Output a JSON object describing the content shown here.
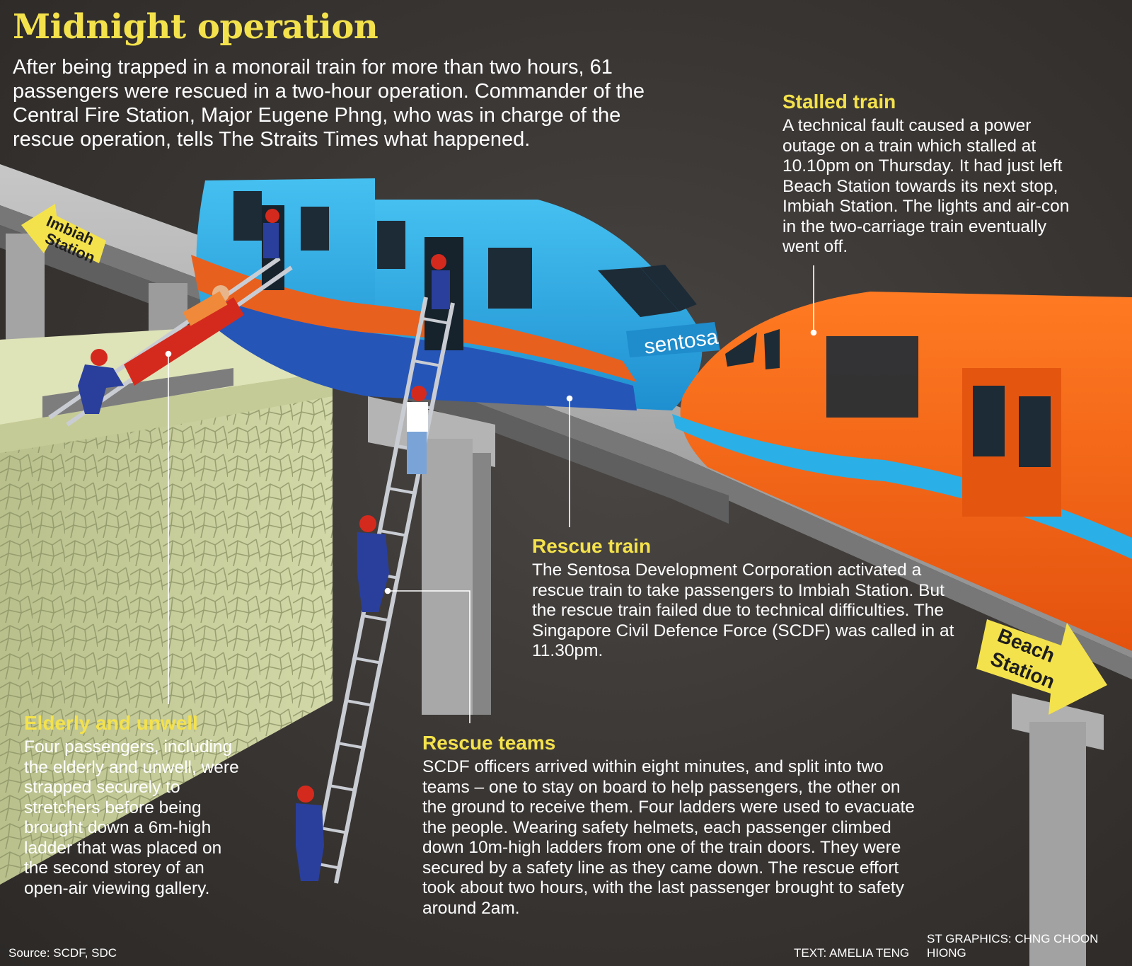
{
  "title": "Midnight operation",
  "intro": "After being trapped in a monorail train for more than two hours, 61 passengers were rescued in a two-hour operation. Commander of the Central Fire Station, Major Eugene Phng, who was in charge of the rescue operation, tells The Straits Times what happened.",
  "callouts": {
    "stalled_train": {
      "heading": "Stalled train",
      "body": "A technical fault caused a power outage on a train which stalled at 10.10pm on Thursday. It had just left Beach Station towards its next stop, Imbiah Station. The lights and air-con in the two-carriage train eventually went off."
    },
    "rescue_train": {
      "heading": "Rescue train",
      "body": "The Sentosa Development Corporation activated a rescue train to take passengers to Imbiah Station. But the rescue train failed due to technical difficulties. The Singapore Civil Defence Force (SCDF) was called in at 11.30pm."
    },
    "rescue_teams": {
      "heading": "Rescue teams",
      "body": "SCDF officers arrived within eight minutes, and split into two teams – one to stay on board to help passengers, the other on the ground to receive them. Four ladders were used to evacuate the people.  Wearing safety helmets, each passenger climbed down 10m-high ladders from one of the train doors. They were secured by a safety line as they came down. The rescue effort took about two hours, with the last passenger brought to safety around 2am."
    },
    "elderly": {
      "heading": "Elderly and unwell",
      "body": "Four passengers, including the elderly and unwell, were strapped securely to stretchers before being brought down a 6m-high ladder that was placed on the second storey of an open-air viewing gallery."
    }
  },
  "direction_labels": {
    "imbiah_line1": "Imbiah",
    "imbiah_line2": "Station",
    "beach_line1": "Beach",
    "beach_line2": "Station"
  },
  "train_logo": "sentosa",
  "footer": {
    "source": "Source: SCDF, SDC",
    "text_credit": "TEXT: AMELIA TENG",
    "graphics_credit": "ST GRAPHICS: CHNG CHOON HIONG"
  },
  "colors": {
    "accent_yellow": "#f4e24c",
    "rescue_train_blue": "#2aa8e4",
    "rescue_train_stripe": "#e8601e",
    "stalled_train_orange": "#f06a1c",
    "stalled_train_stripe": "#2ab0e6",
    "firefighter_blue": "#2a3f9c",
    "helmet_red": "#d42a1e",
    "gallery_wall": "#c9cf9c"
  }
}
